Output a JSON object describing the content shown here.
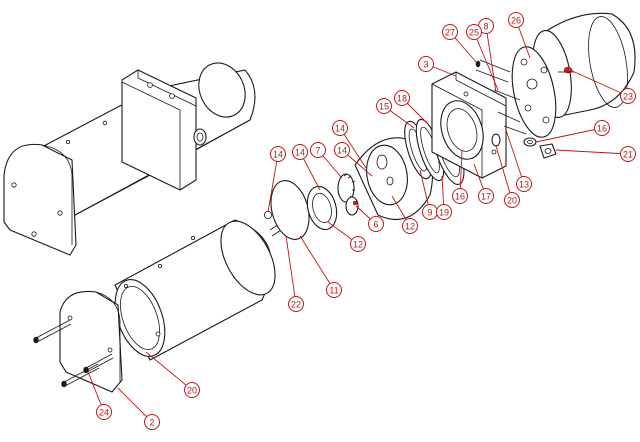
{
  "diagram": {
    "callouts": [
      {
        "id": "callout-2",
        "label": "2"
      },
      {
        "id": "callout-3",
        "label": "3"
      },
      {
        "id": "callout-6",
        "label": "6"
      },
      {
        "id": "callout-7",
        "label": "7"
      },
      {
        "id": "callout-8",
        "label": "8"
      },
      {
        "id": "callout-9",
        "label": "9"
      },
      {
        "id": "callout-11",
        "label": "11"
      },
      {
        "id": "callout-12a",
        "label": "12"
      },
      {
        "id": "callout-12b",
        "label": "12"
      },
      {
        "id": "callout-13",
        "label": "13"
      },
      {
        "id": "callout-14a",
        "label": "14"
      },
      {
        "id": "callout-14b",
        "label": "14"
      },
      {
        "id": "callout-14c",
        "label": "14"
      },
      {
        "id": "callout-14d",
        "label": "14"
      },
      {
        "id": "callout-15",
        "label": "15"
      },
      {
        "id": "callout-16a",
        "label": "16"
      },
      {
        "id": "callout-16b",
        "label": "16"
      },
      {
        "id": "callout-17",
        "label": "17"
      },
      {
        "id": "callout-18",
        "label": "18"
      },
      {
        "id": "callout-19",
        "label": "19"
      },
      {
        "id": "callout-20a",
        "label": "20"
      },
      {
        "id": "callout-20b",
        "label": "20"
      },
      {
        "id": "callout-21",
        "label": "21"
      },
      {
        "id": "callout-22",
        "label": "22"
      },
      {
        "id": "callout-23",
        "label": "23"
      },
      {
        "id": "callout-24",
        "label": "24"
      },
      {
        "id": "callout-25",
        "label": "25"
      },
      {
        "id": "callout-26",
        "label": "26"
      },
      {
        "id": "callout-27",
        "label": "27"
      }
    ],
    "colors": {
      "line": "#1a1a1a",
      "callout": "#c01515",
      "background": "#ffffff"
    }
  }
}
